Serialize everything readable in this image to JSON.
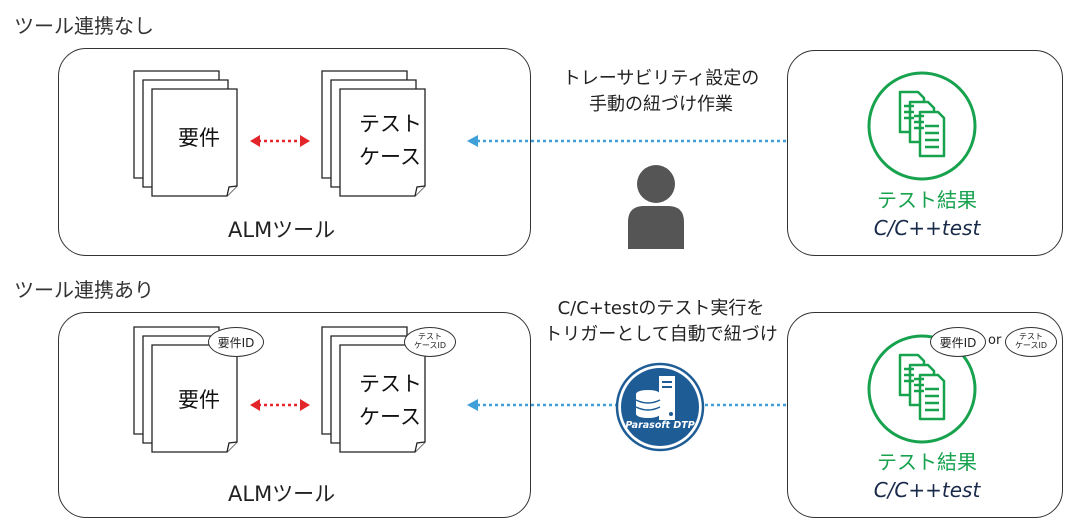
{
  "top": {
    "title": "ツール連携なし",
    "doc_left_label": "要件",
    "doc_right_label_line1": "テスト",
    "doc_right_label_line2": "ケース",
    "alm_label": "ALMツール",
    "center_line1": "トレーサビリティ設定の",
    "center_line2": "手動の紐づけ作業",
    "result_line1": "テスト結果",
    "result_line2": "C/C++test"
  },
  "bottom": {
    "title": "ツール連携あり",
    "doc_left_label": "要件",
    "doc_left_tag": "要件ID",
    "doc_right_label_line1": "テスト",
    "doc_right_label_line2": "ケース",
    "doc_right_tag_line1": "テスト",
    "doc_right_tag_line2": "ケースID",
    "alm_label": "ALMツール",
    "center_line1": "C/C+testのテスト実行を",
    "center_line2": "トリガーとして自動で紐づけ",
    "server_label": "Parasoft DTP",
    "result_tag_left": "要件ID",
    "result_or": "or",
    "result_tag_right_line1": "テスト",
    "result_tag_right_line2": "ケースID",
    "result_line1": "テスト結果",
    "result_line2": "C/C++test"
  },
  "colors": {
    "red_arrow": "#e3262b",
    "blue_arrow": "#3f9fd8",
    "green": "#17a24e",
    "server_blue": "#1e5c96",
    "person_gray": "#555555"
  },
  "icons": [
    "document-stack-icon",
    "person-icon",
    "test-result-icon",
    "server-icon"
  ]
}
